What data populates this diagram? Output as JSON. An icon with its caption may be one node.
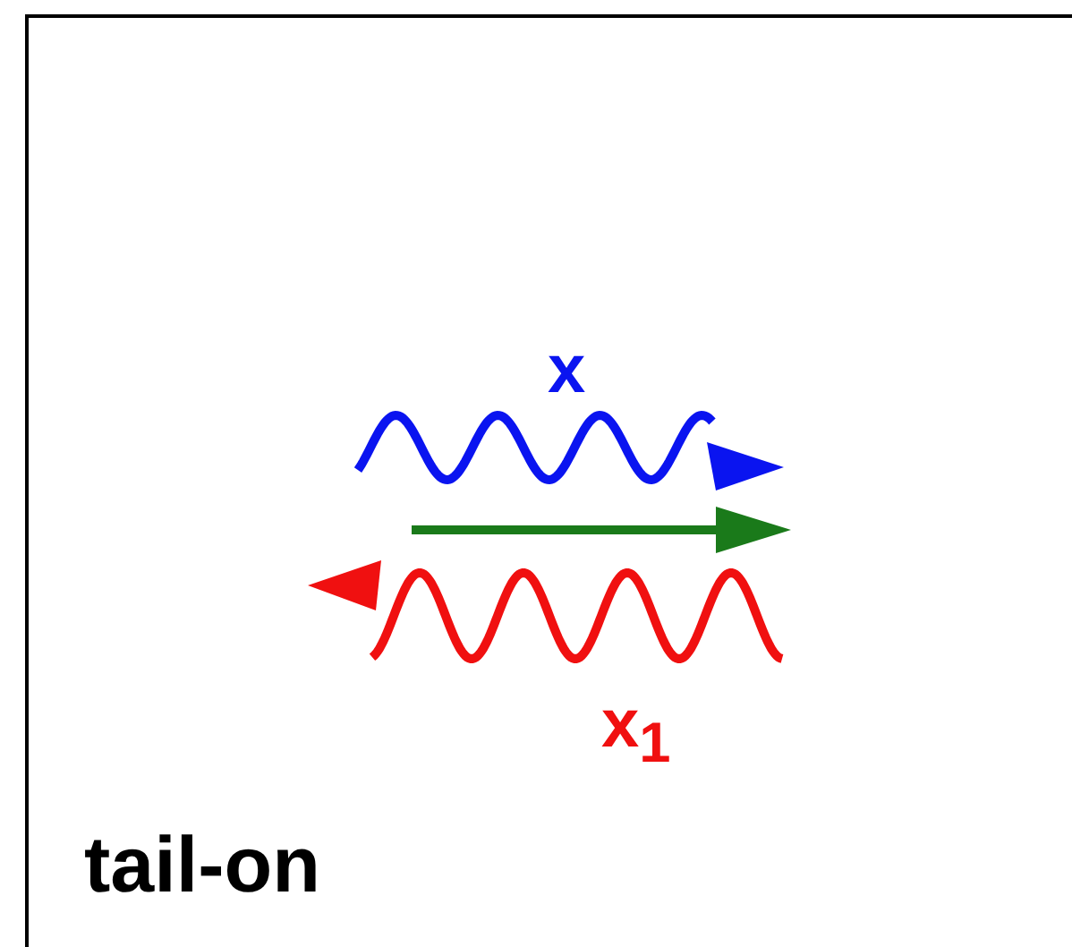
{
  "diagram": {
    "labels": [
      "x",
      "x$_{1}$",
      "tail-on"
    ]
  }
}
